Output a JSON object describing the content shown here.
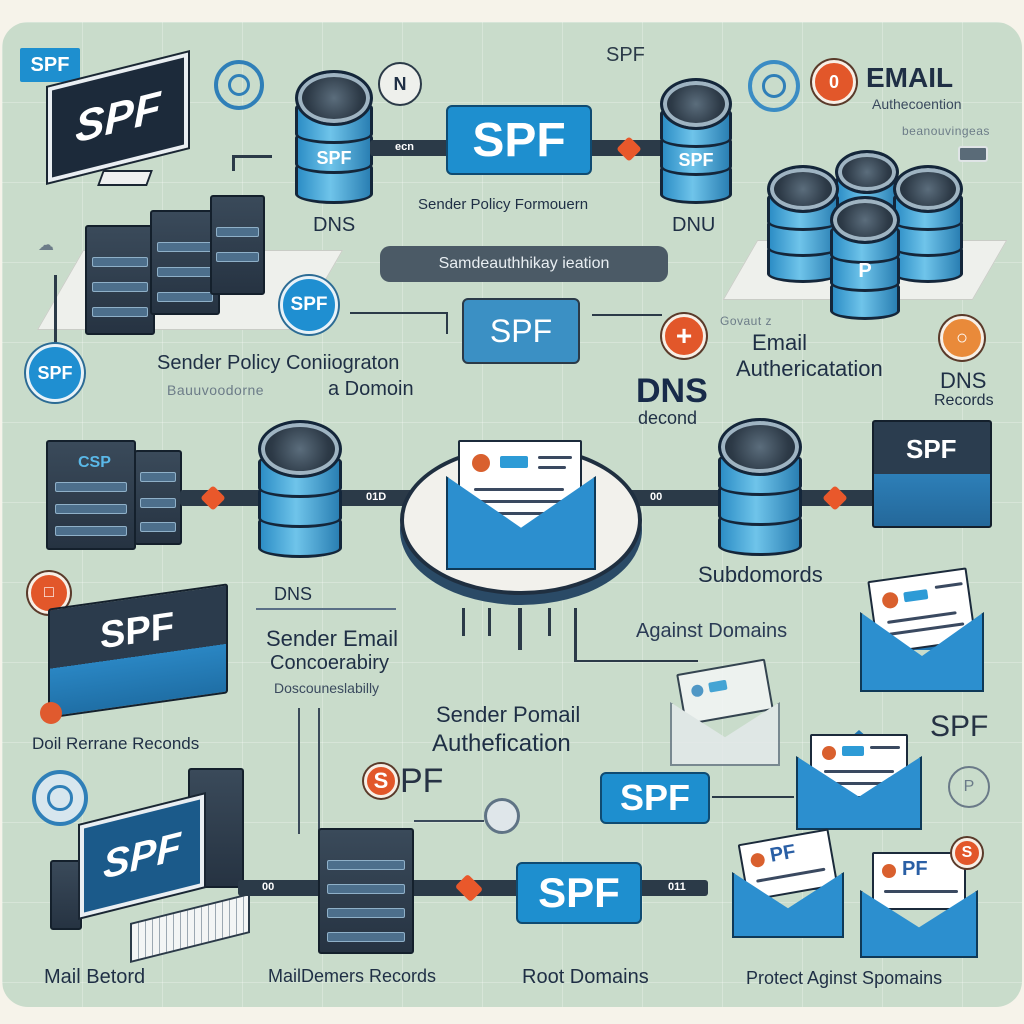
{
  "diagram": {
    "topic": "SPF",
    "colors": {
      "background": "#c9dccb",
      "spf_blue": "#1e8fcf",
      "dark_navy": "#1c2a3a",
      "orange_accent": "#e2572a",
      "text": "#1f2f45"
    }
  },
  "top_left": {
    "badge": "SPF",
    "monitor_text": "SPF"
  },
  "top_center": {
    "n_icon": "N",
    "spf_small": "SPF",
    "db_left_label": "DNS",
    "db_left_text": "SPF",
    "arrow_text": "ecn",
    "spf_main": "SPF",
    "subtitle": "Sender Policy Formouern",
    "db_right_label": "DNU",
    "db_right_text": "SPF",
    "pill": "Samdeauthhikay ieation"
  },
  "top_right": {
    "title": "EMAIL",
    "subtitle": "Authecoention",
    "caption": "beanouvingeas",
    "db_cluster_text": "P"
  },
  "row2": {
    "spf_circle_right": "SPF",
    "spf_circle_left": "SPF",
    "config_line1": "Sender Policy Coniiograton",
    "config_line2": "a Domoin",
    "config_line2_faint": "Bauuvoodorne",
    "spf_card": "SPF",
    "plus_icon": "+",
    "email_auth_line1": "Email",
    "email_auth_line2": "Authericatation",
    "email_auth_faint": "Govaut z",
    "dns_big": "DNS",
    "dns_sub": "decond",
    "dns_records_1": "DNS",
    "dns_records_2": "Records"
  },
  "row3": {
    "server_left_text": "CSP",
    "arrow_mid_text": "01D",
    "arrow_right_text": "00",
    "db_label": "DNS",
    "subdomain_label": "Subdomords",
    "spf_box_right": "SPF"
  },
  "row4": {
    "spf_box_text": "SPF",
    "sender_email_1": "Sender Email",
    "sender_email_2": "Concoerabiry",
    "sender_email_3": "Doscouneslabilly",
    "dail_records": "Doil Rerrane Reconds",
    "against_domains": "Against Domains",
    "sender_pomail_1": "Sender Pomail",
    "sender_pomail_2": "Authefication",
    "spf_right": "SPF",
    "spf_orange_prefix": "S",
    "spf_orange_suffix": "PF",
    "spf_blue_mid": "SPF"
  },
  "bottom": {
    "monitor_text": "SPF",
    "label_1": "Mail Betord",
    "label_2": "MailDemers Records",
    "arrow_text_1": "00",
    "arrow_text_2": "011",
    "spf_main": "SPF",
    "label_3": "Root Domains",
    "label_4": "Protect Aginst Spomains",
    "env_text_1": "PF",
    "env_text_2": "PF",
    "badge_s": "S"
  }
}
